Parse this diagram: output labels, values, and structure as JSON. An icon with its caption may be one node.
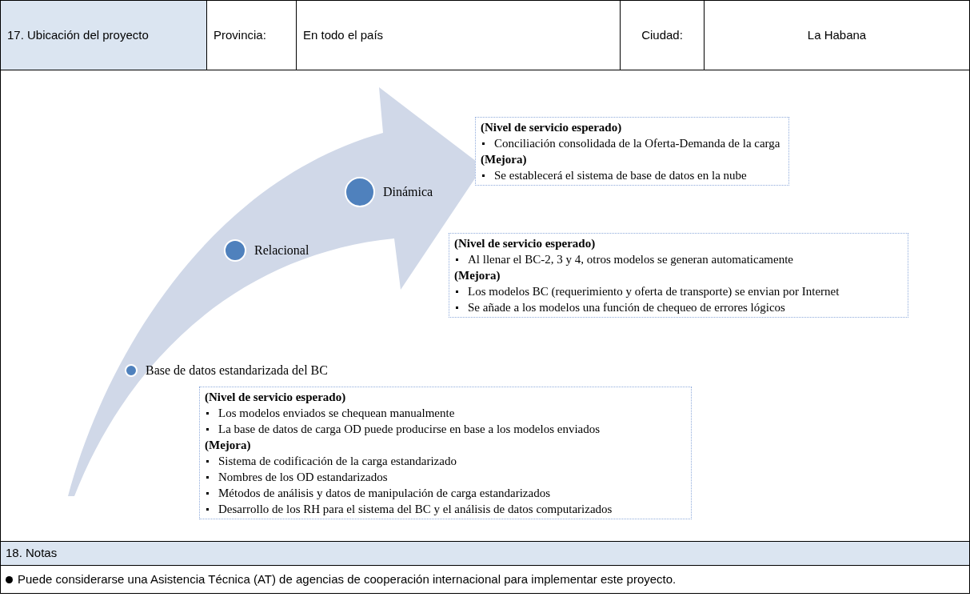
{
  "diagram": {
    "nodes": [
      {
        "text": [
          "(Nivel de servicio esperado)",
          "Conciliación consolidada de la Oferta-Demanda de la carga",
          "(Mejora)",
          "Se establecerá el sistema de base de datos en la nube"
        ]
      },
      {
        "text": [
          "Dinámica"
        ]
      },
      {
        "text": [
          "(Nivel de servicio esperado)",
          "Al llenar el BC-2, 3 y 4, otros modelos se generan automaticamente",
          "(Mejora)",
          "Los modelos BC (requerimiento y oferta de transporte) se envian por Internet",
          "Se añade a los modelos una función de chequeo de errores lógicos"
        ]
      },
      {
        "text": [
          "Relacional"
        ]
      },
      {
        "text": [
          "Base de datos estandarizada del BC"
        ]
      },
      {
        "text": [
          "(Nivel de servicio esperado)",
          "Los modelos enviados se chequean manualmente",
          "La base de datos de carga OD puede producirse en base a los modelos enviados",
          "(Mejora)",
          "Sistema de codificación de la carga estandarizado",
          "Nombres de los OD estandarizados",
          "Métodos de análisis y datos de manipulación de carga estandarizados",
          "Desarrollo de los RH para el sistema del BC y el análisis de datos computarizados"
        ]
      }
    ],
    "labels": [
      "17. Ubicación del proyecto",
      "Provincia:",
      "En todo el país",
      "Ciudad:",
      "La Habana",
      "18. Notas",
      "Puede considerarse una Asistencia Técnica (AT) de agencias de cooperación internacional para implementar este proyecto."
    ]
  }
}
